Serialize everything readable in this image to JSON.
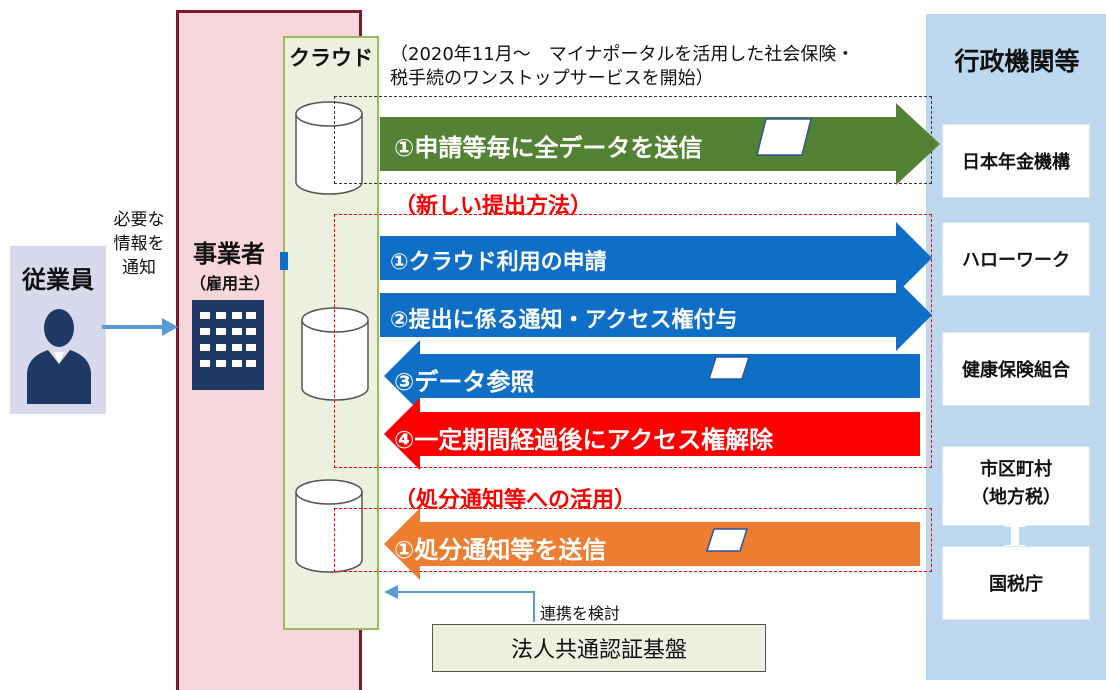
{
  "employee": {
    "title": "従業員",
    "icon": "person-icon"
  },
  "notify_text": [
    "必要な",
    "情報を",
    "通知"
  ],
  "employer": {
    "title": "事業者",
    "subtitle": "（雇用主）",
    "icon": "office-building-icon"
  },
  "cloud": {
    "title": "クラウド"
  },
  "note": {
    "line1": "（2020年11月～　マイナポータルを活用した社会保険・",
    "line2": "税手続のワンストップサービスを開始）"
  },
  "agencies": {
    "title": "行政機関等",
    "items": [
      "日本年金機構",
      "ハローワーク",
      "健康保険組合",
      "市区町村",
      "（地方税）",
      "国税庁"
    ]
  },
  "sections": {
    "new_method": "（新しい提出方法）",
    "notice_use": "（処分通知等への活用）"
  },
  "arrows": {
    "send_all": "①申請等毎に全データを送信",
    "apply_cloud": "①クラウド利用の申請",
    "notify_access": "②提出に係る通知・アクセス権付与",
    "data_ref": "③データ参照",
    "revoke_access": "④一定期間経過後にアクセス権解除",
    "send_notice": "①処分通知等を送信"
  },
  "cooperation": {
    "label": "連携を検討",
    "box": "法人共通認証基盤"
  },
  "colors": {
    "green": "#548235",
    "blue": "#0f6fc6",
    "red": "#ff0000",
    "orange": "#ed7d31",
    "employer_fill": "#f8d7dc",
    "employer_border": "#7b1b2a",
    "cloud_fill": "#ebf1de",
    "cloud_border": "#9bbb59",
    "agency_fill": "#bdd7ee",
    "employee_fill": "#d9d9ee"
  }
}
